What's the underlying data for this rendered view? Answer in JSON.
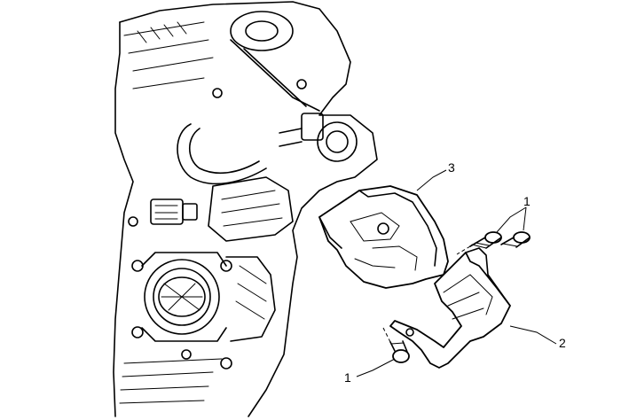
{
  "callouts": [
    {
      "id": "c1a",
      "label": "1"
    },
    {
      "id": "c1b",
      "label": "1"
    },
    {
      "id": "c2",
      "label": "2"
    },
    {
      "id": "c3",
      "label": "3"
    }
  ],
  "icons": [
    "engine-illustration",
    "cover-illustration",
    "bracket-illustration",
    "bolt-illustration"
  ]
}
